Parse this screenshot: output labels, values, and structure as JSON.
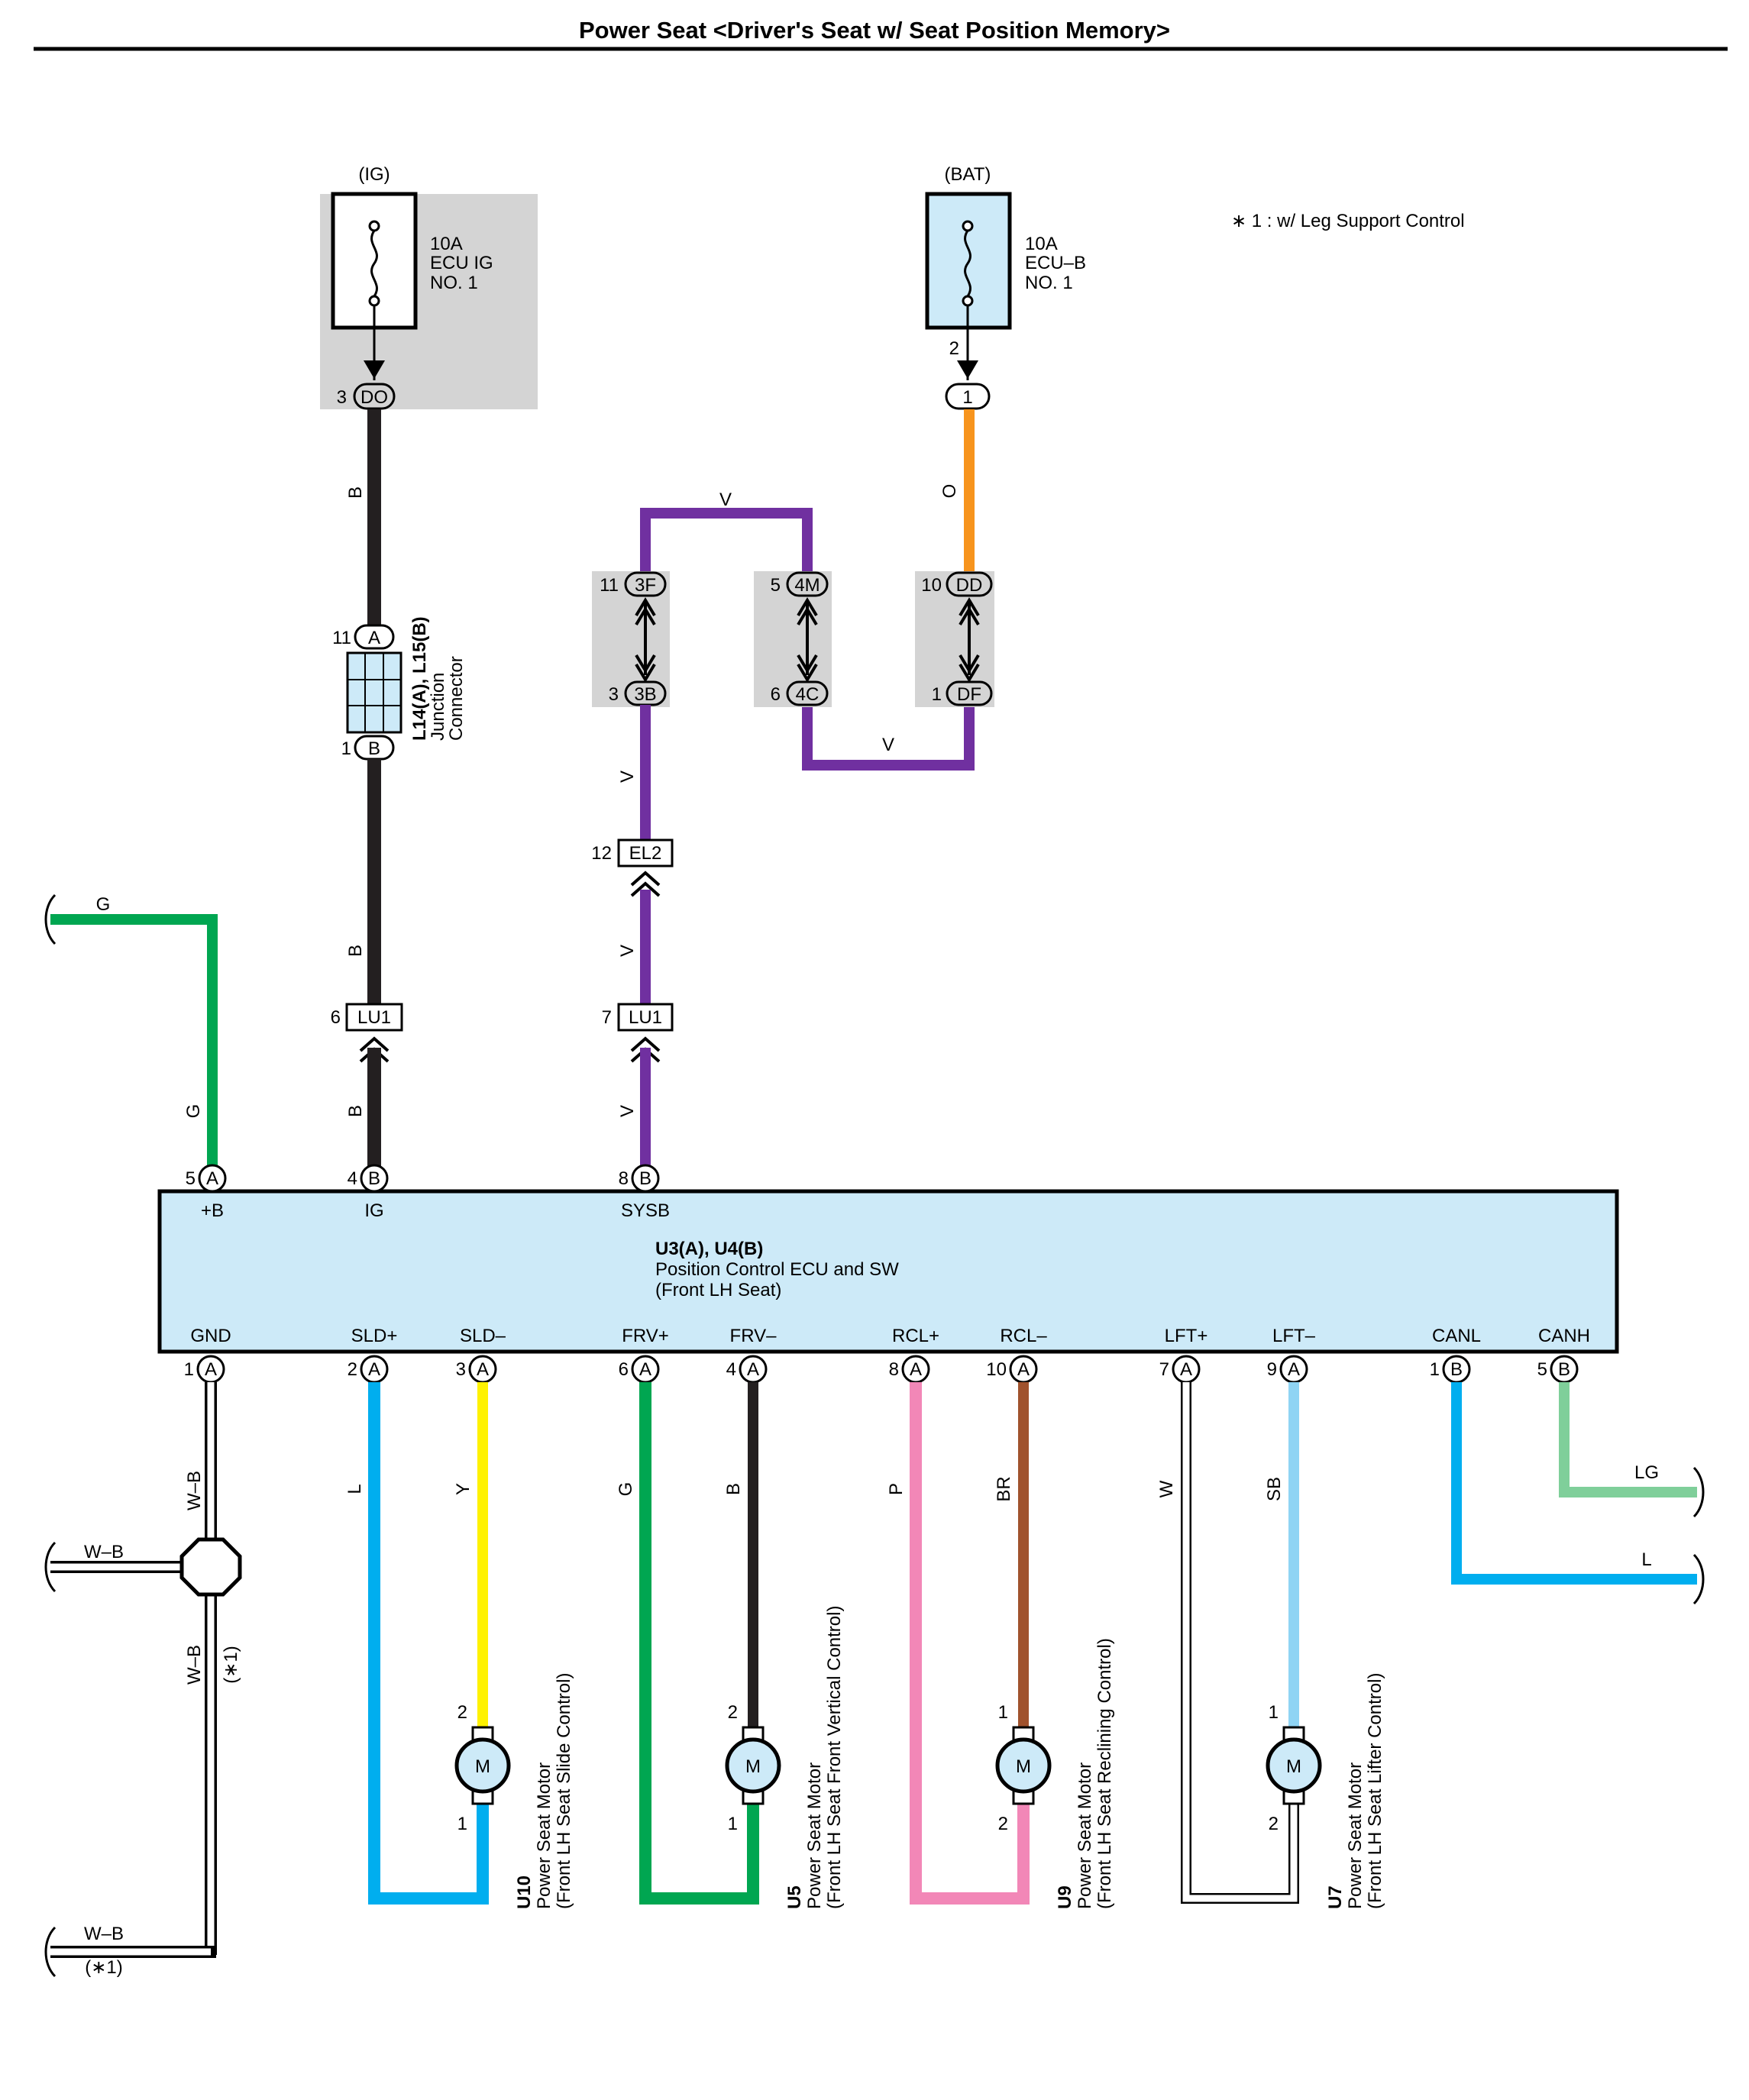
{
  "title": "Power Seat <Driver's Seat w/ Seat Position Memory>",
  "note": "∗ 1 : w/ Leg Support Control",
  "colors": {
    "B": "#231f20",
    "V": "#7030a0",
    "O": "#f7941d",
    "G": "#00a651",
    "L": "#00aeef",
    "Y": "#fff200",
    "P": "#f287b7",
    "BR": "#a0522d",
    "W": "#ffffff",
    "SB": "#8fd4f4",
    "LG": "#7fcf9a",
    "WB": "#ffffff",
    "shade": "#d4d4d4",
    "box": "#cdeaf8"
  },
  "fuses": {
    "ig": {
      "source": "(IG)",
      "rating": "10A",
      "name1": "ECU IG",
      "name2": "NO. 1",
      "pin": "3",
      "connector": "DO"
    },
    "bat": {
      "source": "(BAT)",
      "rating": "10A",
      "name1": "ECU–B",
      "name2": "NO. 1",
      "pin_top": "2",
      "connector": "1"
    }
  },
  "junction": {
    "pin_a_num": "11",
    "pin_a": "A",
    "pin_b_num": "1",
    "pin_b": "B",
    "id": "L14(A), L15(B)",
    "name1": "Junction",
    "name2": "Connector"
  },
  "connectors": {
    "c3f": {
      "num": "11",
      "code": "3F"
    },
    "c3b": {
      "num": "3",
      "code": "3B"
    },
    "c4m": {
      "num": "5",
      "code": "4M"
    },
    "c4c": {
      "num": "6",
      "code": "4C"
    },
    "cdd": {
      "num": "10",
      "code": "DD"
    },
    "cdf": {
      "num": "1",
      "code": "DF"
    },
    "el2": {
      "num": "12",
      "code": "EL2"
    },
    "lu1a": {
      "num": "6",
      "code": "LU1"
    },
    "lu1b": {
      "num": "7",
      "code": "LU1"
    }
  },
  "wire_labels": {
    "b": "B",
    "v": "V",
    "o": "O",
    "g": "G",
    "l": "L",
    "y": "Y",
    "p": "P",
    "br": "BR",
    "w": "W",
    "sb": "SB",
    "lg": "LG",
    "wb": "W–B",
    "star1": "(∗1)"
  },
  "ecu": {
    "id": "U3(A), U4(B)",
    "name1": "Position Control ECU and SW",
    "name2": "(Front LH Seat)",
    "top_pins": [
      {
        "num": "5",
        "conn": "A",
        "name": "+B"
      },
      {
        "num": "4",
        "conn": "B",
        "name": "IG"
      },
      {
        "num": "8",
        "conn": "B",
        "name": "SYSB"
      }
    ],
    "bottom_pins": [
      {
        "num": "1",
        "conn": "A",
        "name": "GND"
      },
      {
        "num": "2",
        "conn": "A",
        "name": "SLD+"
      },
      {
        "num": "3",
        "conn": "A",
        "name": "SLD–"
      },
      {
        "num": "6",
        "conn": "A",
        "name": "FRV+"
      },
      {
        "num": "4",
        "conn": "A",
        "name": "FRV–"
      },
      {
        "num": "8",
        "conn": "A",
        "name": "RCL+"
      },
      {
        "num": "10",
        "conn": "A",
        "name": "RCL–"
      },
      {
        "num": "7",
        "conn": "A",
        "name": "LFT+"
      },
      {
        "num": "9",
        "conn": "A",
        "name": "LFT–"
      },
      {
        "num": "1",
        "conn": "B",
        "name": "CANL"
      },
      {
        "num": "5",
        "conn": "B",
        "name": "CANH"
      }
    ]
  },
  "motors": [
    {
      "id": "U10",
      "name1": "Power Seat Motor",
      "name2": "(Front LH Seat Slide Control)",
      "pin_top": "2",
      "pin_bottom": "1",
      "symbol": "M"
    },
    {
      "id": "U5",
      "name1": "Power Seat Motor",
      "name2": "(Front LH Seat Front Vertical Control)",
      "pin_top": "2",
      "pin_bottom": "1",
      "symbol": "M"
    },
    {
      "id": "U9",
      "name1": "Power Seat Motor",
      "name2": "(Front LH Seat Reclining Control)",
      "pin_top": "1",
      "pin_bottom": "2",
      "symbol": "M"
    },
    {
      "id": "U7",
      "name1": "Power Seat Motor",
      "name2": "(Front LH Seat Lifter Control)",
      "pin_top": "1",
      "pin_bottom": "2",
      "symbol": "M"
    }
  ]
}
